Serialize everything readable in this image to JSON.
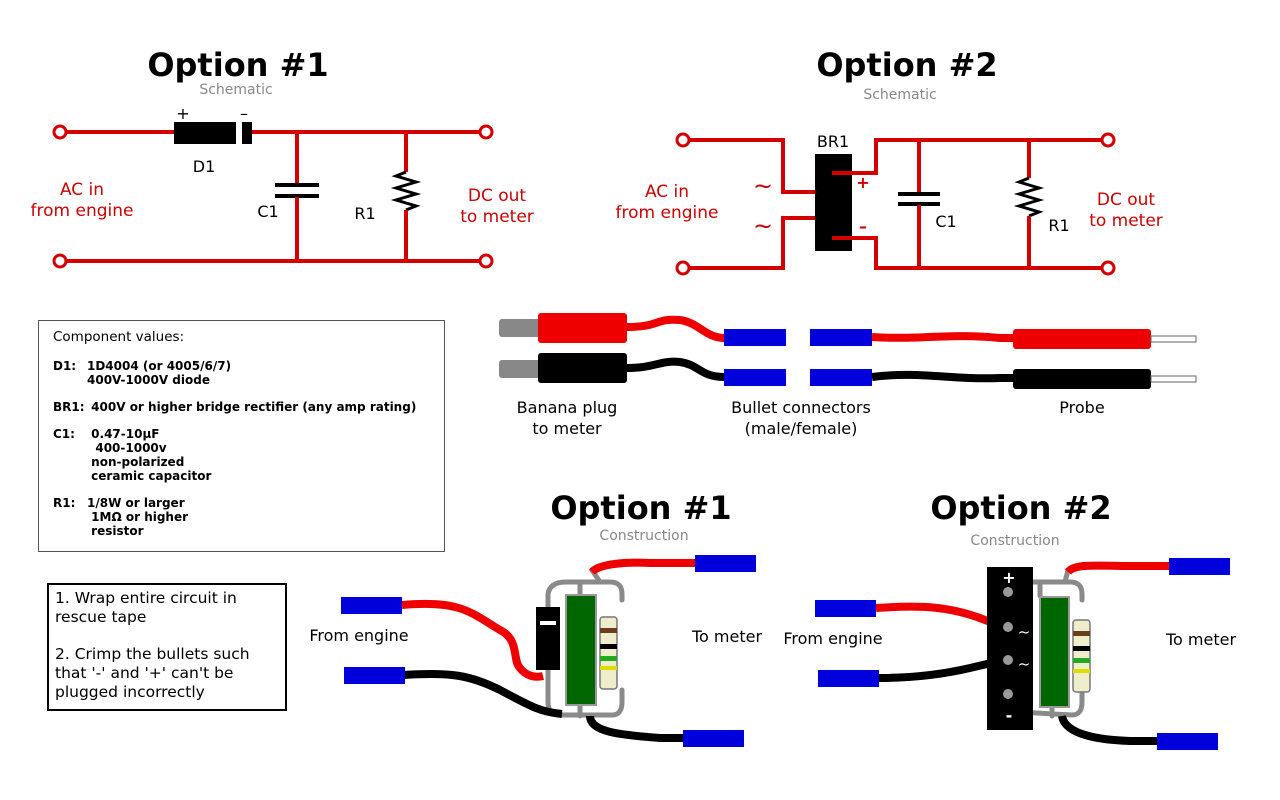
{
  "schematic1": {
    "title": "Option #1",
    "subtitle": "Schematic",
    "input_label": [
      "AC in",
      "from engine"
    ],
    "output_label": [
      "DC out",
      "to meter"
    ],
    "diode_label": "D1",
    "diode_plus": "+",
    "diode_minus": "–",
    "cap_label": "C1",
    "res_label": "R1"
  },
  "schematic2": {
    "title": "Option #2",
    "subtitle": "Schematic",
    "input_label": [
      "AC in",
      "from engine"
    ],
    "output_label": [
      "DC out",
      "to meter"
    ],
    "bridge_label": "BR1",
    "bridge_plus": "+",
    "bridge_minus": "–",
    "ac_symbol": "~",
    "cap_label": "C1",
    "res_label": "R1"
  },
  "components": {
    "heading": "Component values:",
    "items": [
      {
        "key": "D1:",
        "lines": [
          "1D4004 (or 4005/6/7)",
          "400V-1000V diode"
        ]
      },
      {
        "key": "BR1:",
        "lines": [
          " 400V or higher bridge rectifier (any amp rating)"
        ]
      },
      {
        "key": "C1:",
        "lines": [
          " 0.47-10µF",
          "  400-1000v",
          " non-polarized",
          " ceramic capacitor"
        ]
      },
      {
        "key": "R1:",
        "lines": [
          "1/8W or larger",
          " 1MΩ or higher",
          " resistor"
        ]
      }
    ]
  },
  "cable": {
    "banana_label": [
      "Banana plug",
      "to meter"
    ],
    "bullet_label": [
      "Bullet connectors",
      "(male/female)"
    ],
    "probe_label": "Probe"
  },
  "notes": [
    "1. Wrap entire circuit in rescue tape",
    "2. Crimp the bullets such that '-' and '+' can't be plugged incorrectly"
  ],
  "construction1": {
    "title": "Option #1",
    "subtitle": "Construction",
    "from_label": "From engine",
    "to_label": "To meter"
  },
  "construction2": {
    "title": "Option #2",
    "subtitle": "Construction",
    "from_label": "From engine",
    "to_label": "To meter",
    "pins": [
      "+",
      "~",
      "~",
      "-"
    ]
  },
  "colors": {
    "wire_red": "#d40000",
    "plug_red": "#ee0000",
    "plug_black": "#000000",
    "bullet_blue": "#0000dd",
    "component_green": "#006600",
    "resistor_body": "#eeeecc"
  }
}
